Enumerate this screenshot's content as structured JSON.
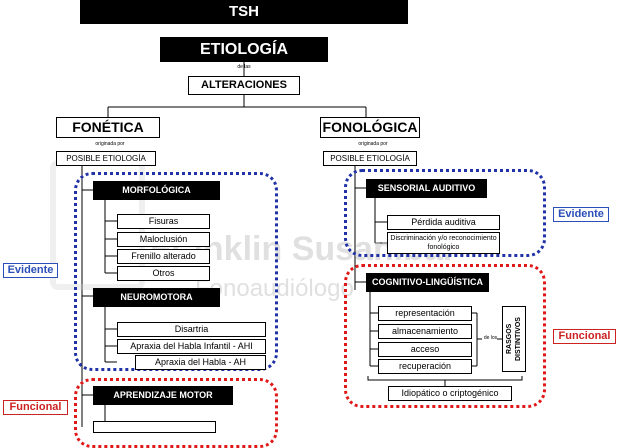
{
  "title": "TSH",
  "etiologia": "ETIOLOGÍA",
  "de_las": "de las",
  "alteraciones": "ALTERACIONES",
  "fonetica": {
    "title": "FONÉTICA",
    "originada": "originada por",
    "posible": "POSIBLE ETIOLOGÍA",
    "morfologica": {
      "title": "MORFOLÓGICA",
      "items": [
        "Fisuras",
        "Maloclusión",
        "Frenillo alterado",
        "Otros"
      ]
    },
    "neuromotora": {
      "title": "NEUROMOTORA",
      "items": [
        "Disartria",
        "Apraxia del Habla Infantil - AHI",
        "Apraxia del Habla - AH"
      ]
    },
    "aprendizaje": {
      "title": "APRENDIZAJE MOTOR"
    },
    "tag_evidente": "Evidente",
    "tag_funcional": "Funcional"
  },
  "fonologica": {
    "title": "FONOLÓGICA",
    "originada": "originada por",
    "posible": "POSIBLE ETIOLOGÍA",
    "sensorial": {
      "title": "SENSORIAL AUDITIVO",
      "items": [
        "Pérdida auditiva",
        "Discriminación y/o reconocimiento fonológico"
      ]
    },
    "cognitivo": {
      "title": "COGNITIVO-LINGÜÍSTICA",
      "items": [
        "representación",
        "almacenamiento",
        "acceso",
        "recuperación"
      ],
      "de_los": "de los",
      "rasgos": "RASGOS DISTINTIVOS",
      "idiopatico": "Idiopático o criptogénico"
    },
    "tag_evidente": "Evidente",
    "tag_funcional": "Funcional"
  },
  "watermark": {
    "name": "Franklin Susanibar",
    "sub": "Fonoaudiólogo"
  }
}
